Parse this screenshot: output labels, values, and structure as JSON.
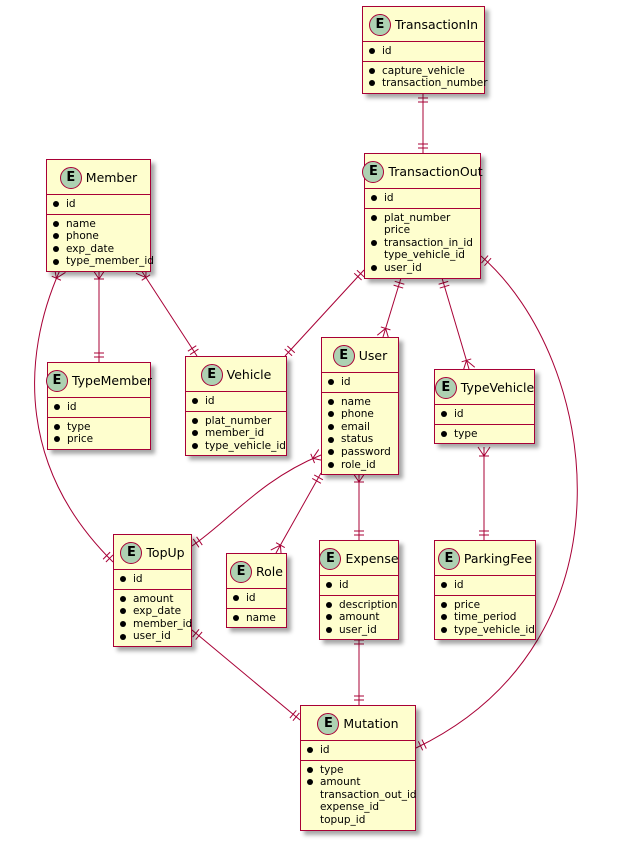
{
  "diagram": {
    "type": "entity-relationship",
    "colors": {
      "entity_fill": "#FEFECE",
      "border": "#A80036",
      "badge_fill": "#ADD1B2",
      "line": "#A80036"
    },
    "badge_letter": "E",
    "entities": {
      "TransactionIn": {
        "name": "TransactionIn",
        "keys": [
          {
            "label": "id",
            "mandatory": true
          }
        ],
        "attributes": [
          {
            "label": "capture_vehicle",
            "mandatory": true
          },
          {
            "label": "transaction_number",
            "mandatory": true
          }
        ]
      },
      "TransactionOut": {
        "name": "TransactionOut",
        "keys": [
          {
            "label": "id",
            "mandatory": true
          }
        ],
        "attributes": [
          {
            "label": "plat_number",
            "mandatory": true
          },
          {
            "label": "price",
            "mandatory": false
          },
          {
            "label": "transaction_in_id",
            "mandatory": true
          },
          {
            "label": "type_vehicle_id",
            "mandatory": false
          },
          {
            "label": "user_id",
            "mandatory": true
          }
        ]
      },
      "Member": {
        "name": "Member",
        "keys": [
          {
            "label": "id",
            "mandatory": true
          }
        ],
        "attributes": [
          {
            "label": "name",
            "mandatory": true
          },
          {
            "label": "phone",
            "mandatory": true
          },
          {
            "label": "exp_date",
            "mandatory": true
          },
          {
            "label": "type_member_id",
            "mandatory": true
          }
        ]
      },
      "TypeMember": {
        "name": "TypeMember",
        "keys": [
          {
            "label": "id",
            "mandatory": true
          }
        ],
        "attributes": [
          {
            "label": "type",
            "mandatory": true
          },
          {
            "label": "price",
            "mandatory": true
          }
        ]
      },
      "Vehicle": {
        "name": "Vehicle",
        "keys": [
          {
            "label": "id",
            "mandatory": true
          }
        ],
        "attributes": [
          {
            "label": "plat_number",
            "mandatory": true
          },
          {
            "label": "member_id",
            "mandatory": true
          },
          {
            "label": "type_vehicle_id",
            "mandatory": true
          }
        ]
      },
      "User": {
        "name": "User",
        "keys": [
          {
            "label": "id",
            "mandatory": true
          }
        ],
        "attributes": [
          {
            "label": "name",
            "mandatory": true
          },
          {
            "label": "phone",
            "mandatory": true
          },
          {
            "label": "email",
            "mandatory": true
          },
          {
            "label": "status",
            "mandatory": true
          },
          {
            "label": "password",
            "mandatory": true
          },
          {
            "label": "role_id",
            "mandatory": true
          }
        ]
      },
      "TypeVehicle": {
        "name": "TypeVehicle",
        "keys": [
          {
            "label": "id",
            "mandatory": true
          }
        ],
        "attributes": [
          {
            "label": "type",
            "mandatory": true
          }
        ]
      },
      "TopUp": {
        "name": "TopUp",
        "keys": [
          {
            "label": "id",
            "mandatory": true
          }
        ],
        "attributes": [
          {
            "label": "amount",
            "mandatory": true
          },
          {
            "label": "exp_date",
            "mandatory": true
          },
          {
            "label": "member_id",
            "mandatory": true
          },
          {
            "label": "user_id",
            "mandatory": true
          }
        ]
      },
      "Role": {
        "name": "Role",
        "keys": [
          {
            "label": "id",
            "mandatory": true
          }
        ],
        "attributes": [
          {
            "label": "name",
            "mandatory": true
          }
        ]
      },
      "Expense": {
        "name": "Expense",
        "keys": [
          {
            "label": "id",
            "mandatory": true
          }
        ],
        "attributes": [
          {
            "label": "description",
            "mandatory": true
          },
          {
            "label": "amount",
            "mandatory": true
          },
          {
            "label": "user_id",
            "mandatory": true
          }
        ]
      },
      "ParkingFee": {
        "name": "ParkingFee",
        "keys": [
          {
            "label": "id",
            "mandatory": true
          }
        ],
        "attributes": [
          {
            "label": "price",
            "mandatory": true
          },
          {
            "label": "time_period",
            "mandatory": true
          },
          {
            "label": "type_vehicle_id",
            "mandatory": true
          }
        ]
      },
      "Mutation": {
        "name": "Mutation",
        "keys": [
          {
            "label": "id",
            "mandatory": true
          }
        ],
        "attributes": [
          {
            "label": "type",
            "mandatory": true
          },
          {
            "label": "amount",
            "mandatory": true
          },
          {
            "label": "transaction_out_id",
            "mandatory": false
          },
          {
            "label": "expense_id",
            "mandatory": false
          },
          {
            "label": "topup_id",
            "mandatory": false
          }
        ]
      }
    },
    "relationships": [
      {
        "from": "TransactionIn",
        "to": "TransactionOut",
        "from_card": "one",
        "to_card": "one"
      },
      {
        "from": "Member",
        "to": "TypeMember",
        "from_card": "many",
        "to_card": "one"
      },
      {
        "from": "Member",
        "to": "Vehicle",
        "from_card": "many",
        "to_card": "one"
      },
      {
        "from": "Member",
        "to": "TopUp",
        "from_card": "many",
        "to_card": "one"
      },
      {
        "from": "TransactionOut",
        "to": "Vehicle",
        "from_card": "one",
        "to_card": "one"
      },
      {
        "from": "TransactionOut",
        "to": "User",
        "from_card": "one",
        "to_card": "many"
      },
      {
        "from": "TransactionOut",
        "to": "TypeVehicle",
        "from_card": "one",
        "to_card": "many"
      },
      {
        "from": "TransactionOut",
        "to": "Mutation",
        "from_card": "one",
        "to_card": "one"
      },
      {
        "from": "User",
        "to": "TopUp",
        "from_card": "many",
        "to_card": "one"
      },
      {
        "from": "User",
        "to": "Role",
        "from_card": "one",
        "to_card": "many"
      },
      {
        "from": "User",
        "to": "Expense",
        "from_card": "many",
        "to_card": "one"
      },
      {
        "from": "TypeVehicle",
        "to": "ParkingFee",
        "from_card": "many",
        "to_card": "one"
      },
      {
        "from": "TopUp",
        "to": "Mutation",
        "from_card": "one",
        "to_card": "one"
      },
      {
        "from": "Expense",
        "to": "Mutation",
        "from_card": "one",
        "to_card": "one"
      }
    ]
  }
}
